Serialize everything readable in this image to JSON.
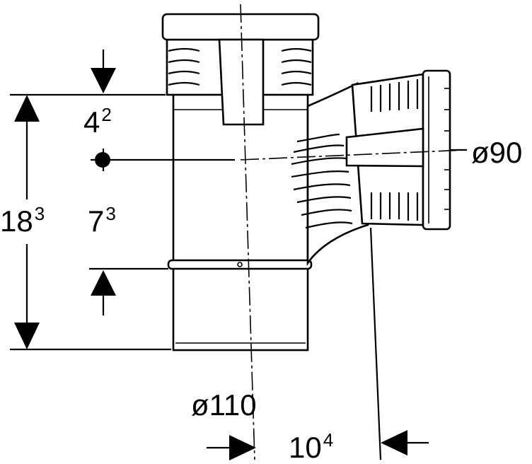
{
  "dimensions": {
    "d110": "ø110",
    "d90": "ø90",
    "top_offset": {
      "base": "4",
      "sup": "2"
    },
    "overall_height": {
      "base": "18",
      "sup": "3"
    },
    "mid_height": {
      "base": "7",
      "sup": "3"
    },
    "branch_offset": {
      "base": "10",
      "sup": "4"
    }
  }
}
